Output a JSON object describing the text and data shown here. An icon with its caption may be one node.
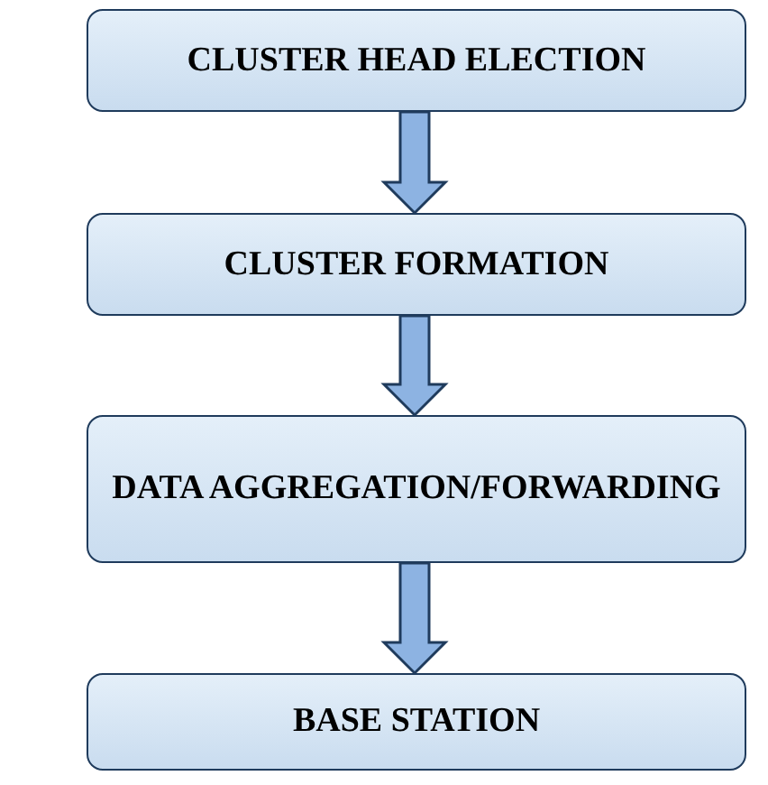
{
  "diagram": {
    "nodes": [
      {
        "text": [
          "CLUSTER HEAD ELECTION"
        ]
      },
      {
        "text": [
          "CLUSTER FORMATION"
        ]
      },
      {
        "text": [
          "DATA AGGREGATION/FORWARDING"
        ]
      },
      {
        "text": [
          "BASE STATION"
        ]
      }
    ],
    "edges": [
      {
        "from": 0,
        "to": 1,
        "arrow": "to"
      },
      {
        "from": 1,
        "to": 2,
        "arrow": "to"
      },
      {
        "from": 2,
        "to": 3,
        "arrow": "to"
      }
    ]
  }
}
